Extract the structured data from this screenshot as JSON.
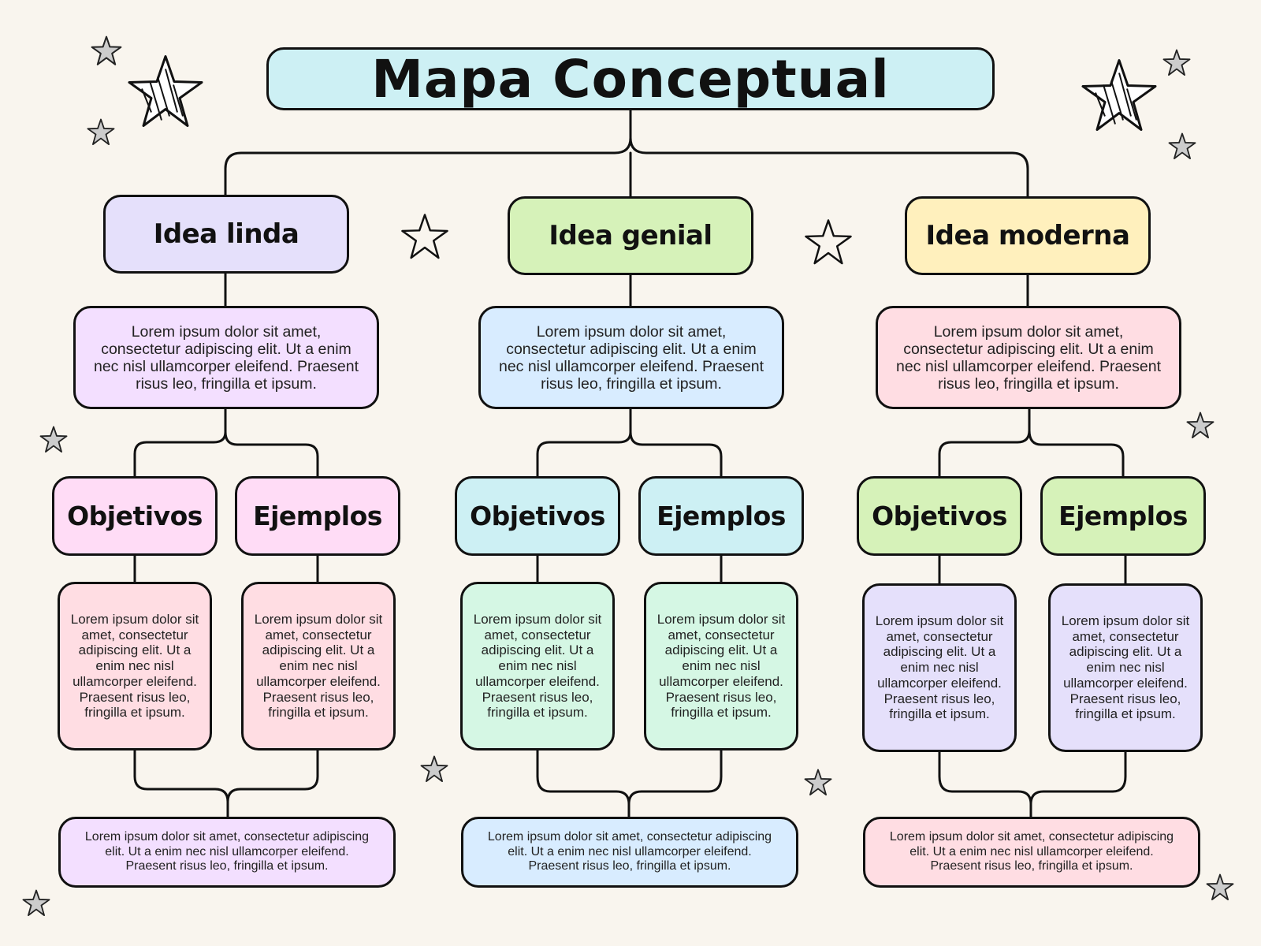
{
  "title": "Mapa Conceptual",
  "colors": {
    "background": "#f9f5ee",
    "title": "#cdf0f4",
    "lavender": "#e5e0fb",
    "green": "#d6f2b9",
    "yellow": "#fff0bd",
    "violet": "#f3dfff",
    "blue": "#d8ecff",
    "pink": "#ffdde3",
    "magenta": "#ffdcf6",
    "cyan": "#cdf0f4",
    "mint": "#d5f7e4"
  },
  "branches": [
    {
      "idea": "Idea linda",
      "desc": "Lorem ipsum dolor sit amet, consectetur adipiscing elit. Ut a enim nec nisl ullamcorper eleifend. Praesent risus leo, fringilla et ipsum.",
      "objetivos_label": "Objetivos",
      "ejemplos_label": "Ejemplos",
      "objetivos_text": "Lorem ipsum dolor sit amet, consectetur adipiscing elit. Ut a enim nec nisl ullamcorper eleifend. Praesent risus leo, fringilla et ipsum.",
      "ejemplos_text": "Lorem ipsum dolor sit amet, consectetur adipiscing elit. Ut a enim nec nisl ullamcorper eleifend. Praesent risus leo, fringilla et ipsum.",
      "summary": "Lorem ipsum dolor sit amet, consectetur adipiscing elit. Ut a enim nec nisl ullamcorper eleifend. Praesent risus leo, fringilla et ipsum."
    },
    {
      "idea": "Idea genial",
      "desc": "Lorem ipsum dolor sit amet, consectetur adipiscing elit. Ut a enim nec nisl ullamcorper eleifend. Praesent risus leo, fringilla et ipsum.",
      "objetivos_label": "Objetivos",
      "ejemplos_label": "Ejemplos",
      "objetivos_text": "Lorem ipsum dolor sit amet, consectetur adipiscing elit. Ut a enim nec nisl ullamcorper eleifend. Praesent risus leo, fringilla et ipsum.",
      "ejemplos_text": "Lorem ipsum dolor sit amet, consectetur adipiscing elit. Ut a enim nec nisl ullamcorper eleifend. Praesent risus leo, fringilla et ipsum.",
      "summary": "Lorem ipsum dolor sit amet, consectetur adipiscing elit. Ut a enim nec nisl ullamcorper eleifend. Praesent risus leo, fringilla et ipsum."
    },
    {
      "idea": "Idea moderna",
      "desc": "Lorem ipsum dolor sit amet, consectetur adipiscing elit. Ut a enim nec nisl ullamcorper eleifend. Praesent risus leo, fringilla et ipsum.",
      "objetivos_label": "Objetivos",
      "ejemplos_label": "Ejemplos",
      "objetivos_text": "Lorem ipsum dolor sit amet, consectetur adipiscing elit. Ut a enim nec nisl ullamcorper eleifend. Praesent risus leo, fringilla et ipsum.",
      "ejemplos_text": "Lorem ipsum dolor sit amet, consectetur adipiscing elit. Ut a enim nec nisl ullamcorper eleifend. Praesent risus leo, fringilla et ipsum.",
      "summary": "Lorem ipsum dolor sit amet, consectetur adipiscing elit. Ut a enim nec nisl ullamcorper eleifend. Praesent risus leo, fringilla et ipsum."
    }
  ],
  "decorations": {
    "icon": "star-icon"
  }
}
